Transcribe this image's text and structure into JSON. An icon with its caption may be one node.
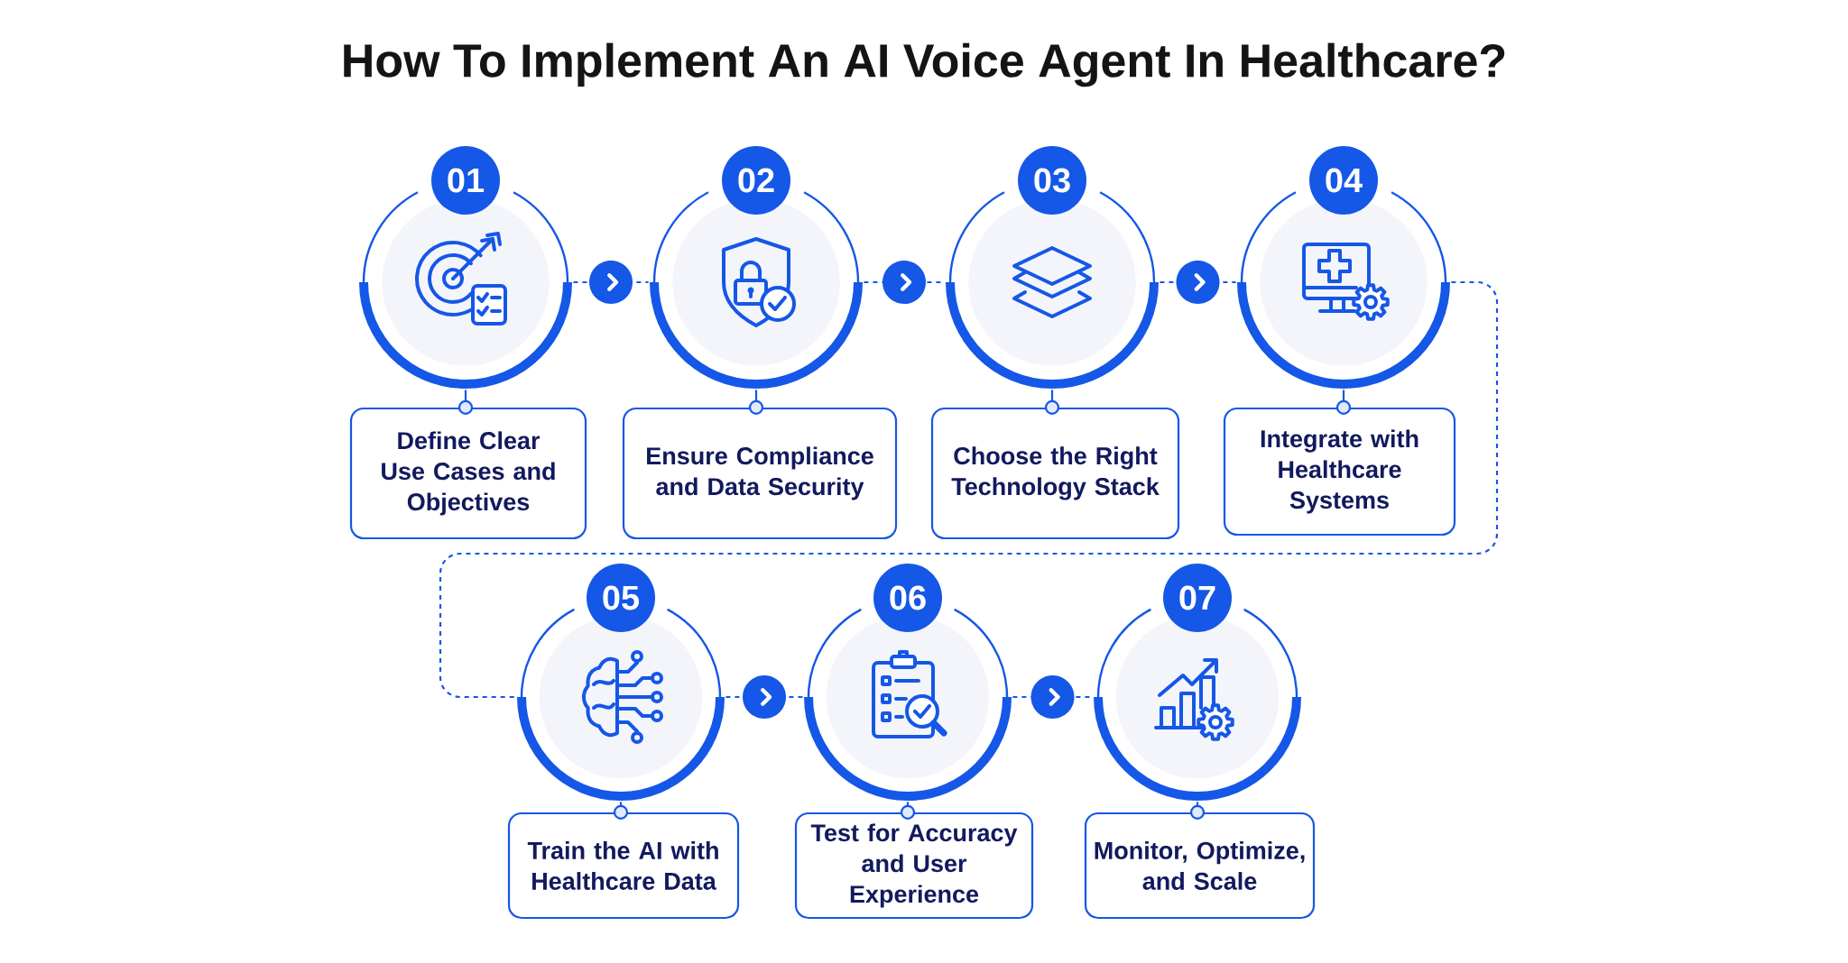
{
  "diagram": {
    "title": "How To Implement An AI Voice Agent In Healthcare?",
    "nodes": [
      {
        "text": [
          "01"
        ]
      },
      {
        "text": [
          "Define Clear Use Cases and Objectives"
        ]
      },
      {
        "text": [
          "02"
        ]
      },
      {
        "text": [
          "Ensure Compliance and Data Security"
        ]
      },
      {
        "text": [
          "03"
        ]
      },
      {
        "text": [
          "Choose the Right Technology Stack"
        ]
      },
      {
        "text": [
          "04"
        ]
      },
      {
        "text": [
          "Integrate with Healthcare Systems"
        ]
      },
      {
        "text": [
          "05"
        ]
      },
      {
        "text": [
          "Train the AI with Healthcare Data"
        ]
      },
      {
        "text": [
          "06"
        ]
      },
      {
        "text": [
          "Test for Accuracy and User Experience"
        ]
      },
      {
        "text": [
          "07"
        ]
      },
      {
        "text": [
          "Monitor, Optimize, and Scale"
        ]
      }
    ],
    "edges": [
      {
        "from": 0,
        "to": 1,
        "arrow": "other"
      },
      {
        "from": 0,
        "to": 2,
        "arrow": "to",
        "style": "dashed"
      },
      {
        "from": 2,
        "to": 3,
        "arrow": "other"
      },
      {
        "from": 2,
        "to": 4,
        "arrow": "to",
        "style": "dashed"
      },
      {
        "from": 4,
        "to": 5,
        "arrow": "other"
      },
      {
        "from": 4,
        "to": 6,
        "arrow": "to",
        "style": "dashed"
      },
      {
        "from": 6,
        "to": 7,
        "arrow": "other"
      },
      {
        "from": 6,
        "to": 8,
        "arrow": "none",
        "style": "dashed"
      },
      {
        "from": 8,
        "to": 9,
        "arrow": "other"
      },
      {
        "from": 8,
        "to": 10,
        "arrow": "to",
        "style": "dashed"
      },
      {
        "from": 10,
        "to": 11,
        "arrow": "other"
      },
      {
        "from": 10,
        "to": 12,
        "arrow": "to",
        "style": "dashed"
      },
      {
        "from": 12,
        "to": 13,
        "arrow": "other"
      }
    ]
  }
}
